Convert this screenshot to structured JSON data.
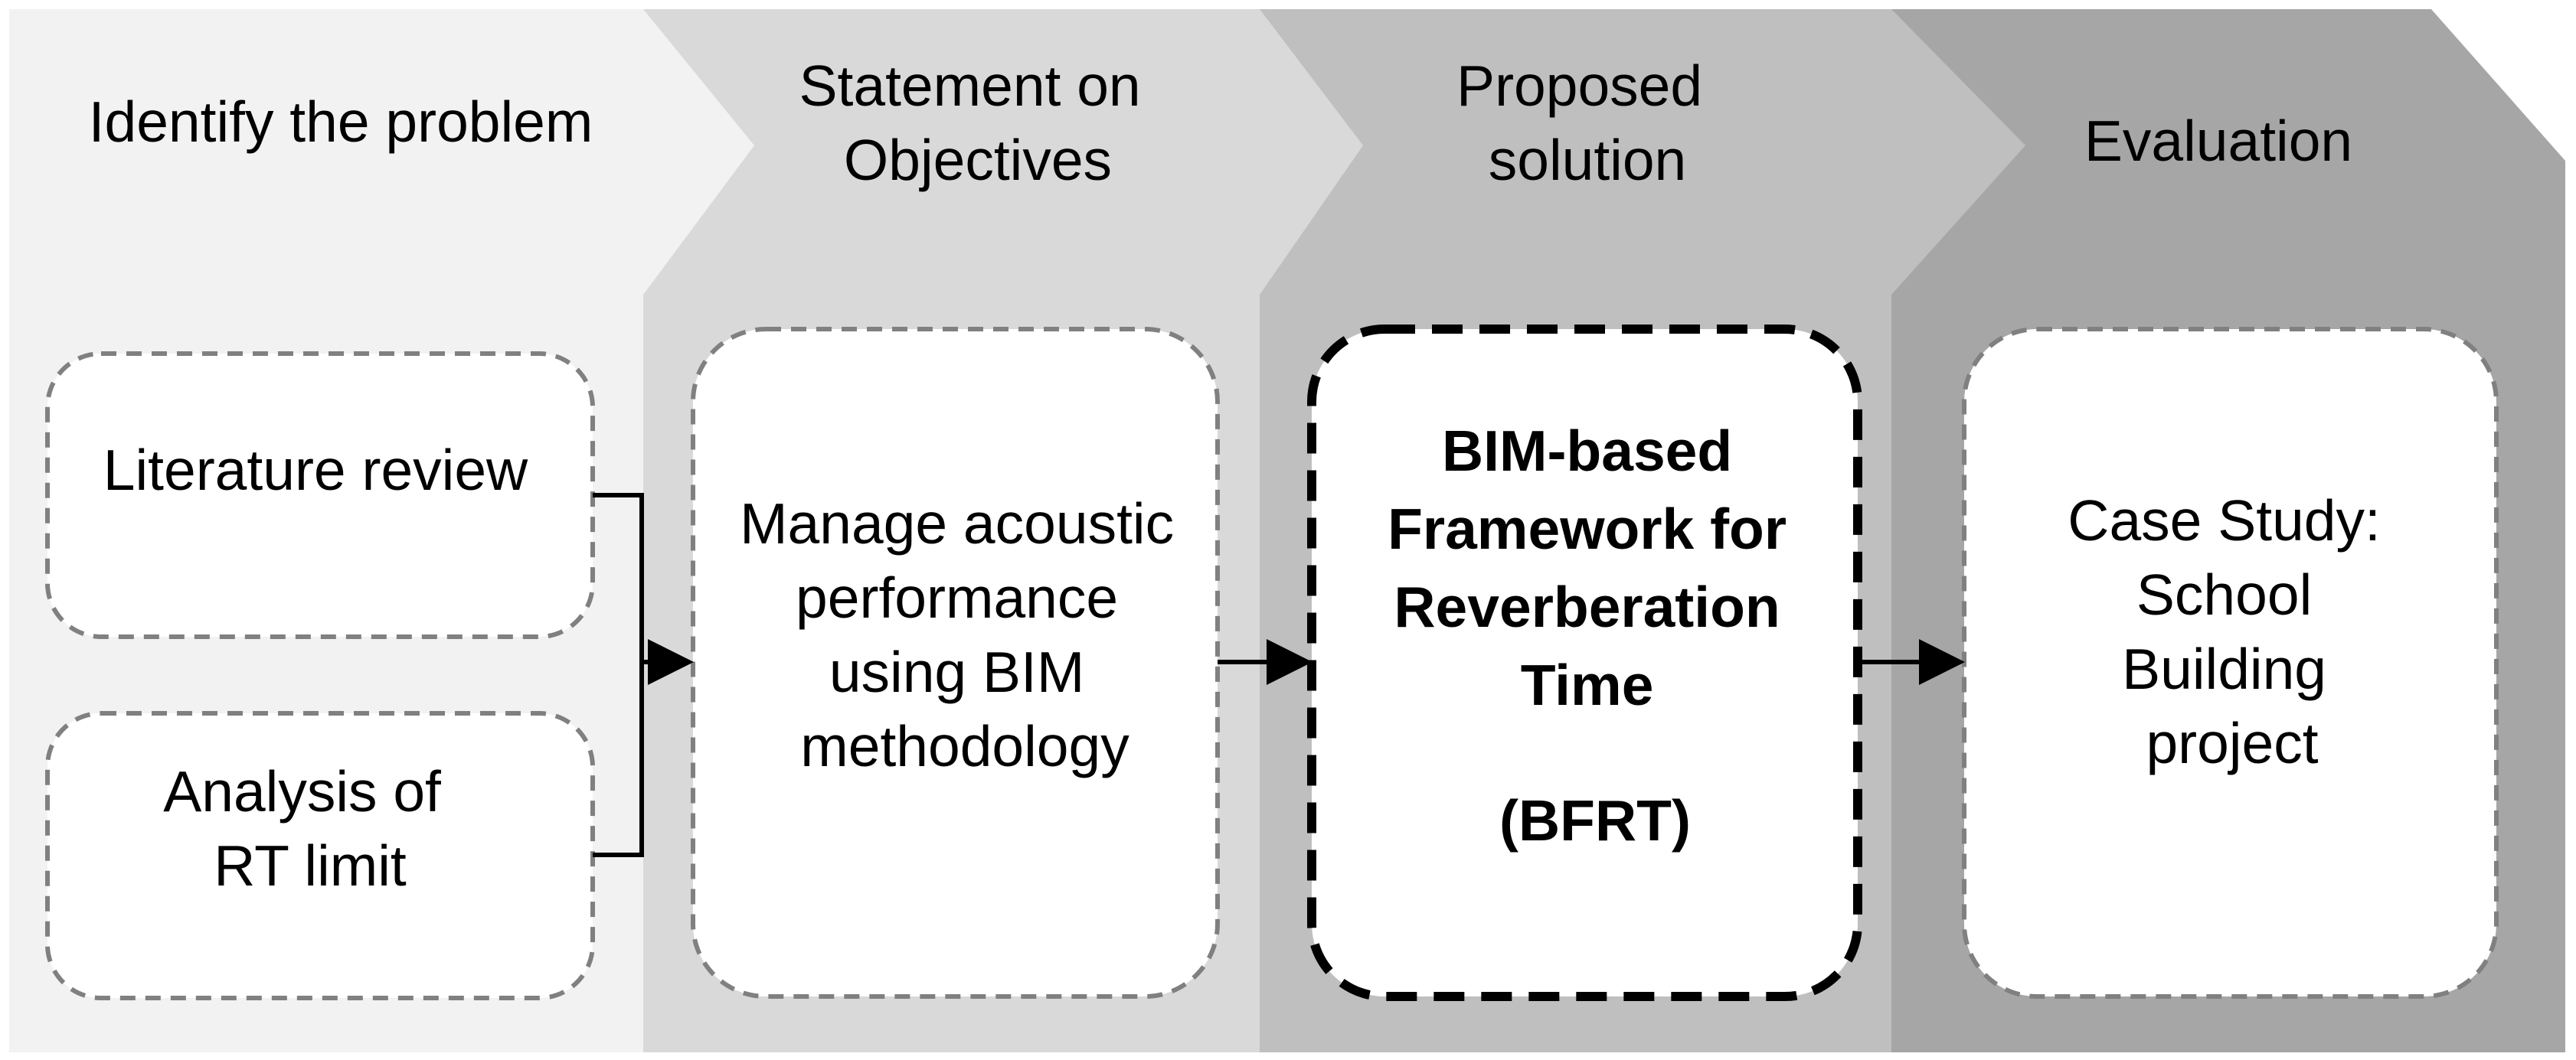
{
  "stages": [
    {
      "title_lines": [
        "Identify the problem"
      ],
      "color": "#f2f2f2"
    },
    {
      "title_lines": [
        "Statement on",
        "Objectives"
      ],
      "color": "#d9d9d9"
    },
    {
      "title_lines": [
        "Proposed",
        "solution"
      ],
      "color": "#bfbfbf"
    },
    {
      "title_lines": [
        "Evaluation"
      ],
      "color": "#a6a6a6"
    }
  ],
  "boxes": {
    "literature_review": {
      "lines": [
        "Literature review"
      ]
    },
    "rt_limit": {
      "lines": [
        "Analysis of",
        "RT limit"
      ]
    },
    "objectives": {
      "lines": [
        "Manage acoustic",
        "performance",
        "using BIM",
        "methodology"
      ]
    },
    "framework": {
      "lines": [
        "BIM-based",
        "Framework for",
        "Reverberation",
        "Time",
        "(BFRT)"
      ]
    },
    "case_study": {
      "lines": [
        "Case Study:",
        "School",
        "Building",
        "project"
      ]
    }
  },
  "colors": {
    "box_fill": "#ffffff",
    "dashed_border": "#808080",
    "highlight_border": "#000000",
    "arrow": "#000000"
  }
}
